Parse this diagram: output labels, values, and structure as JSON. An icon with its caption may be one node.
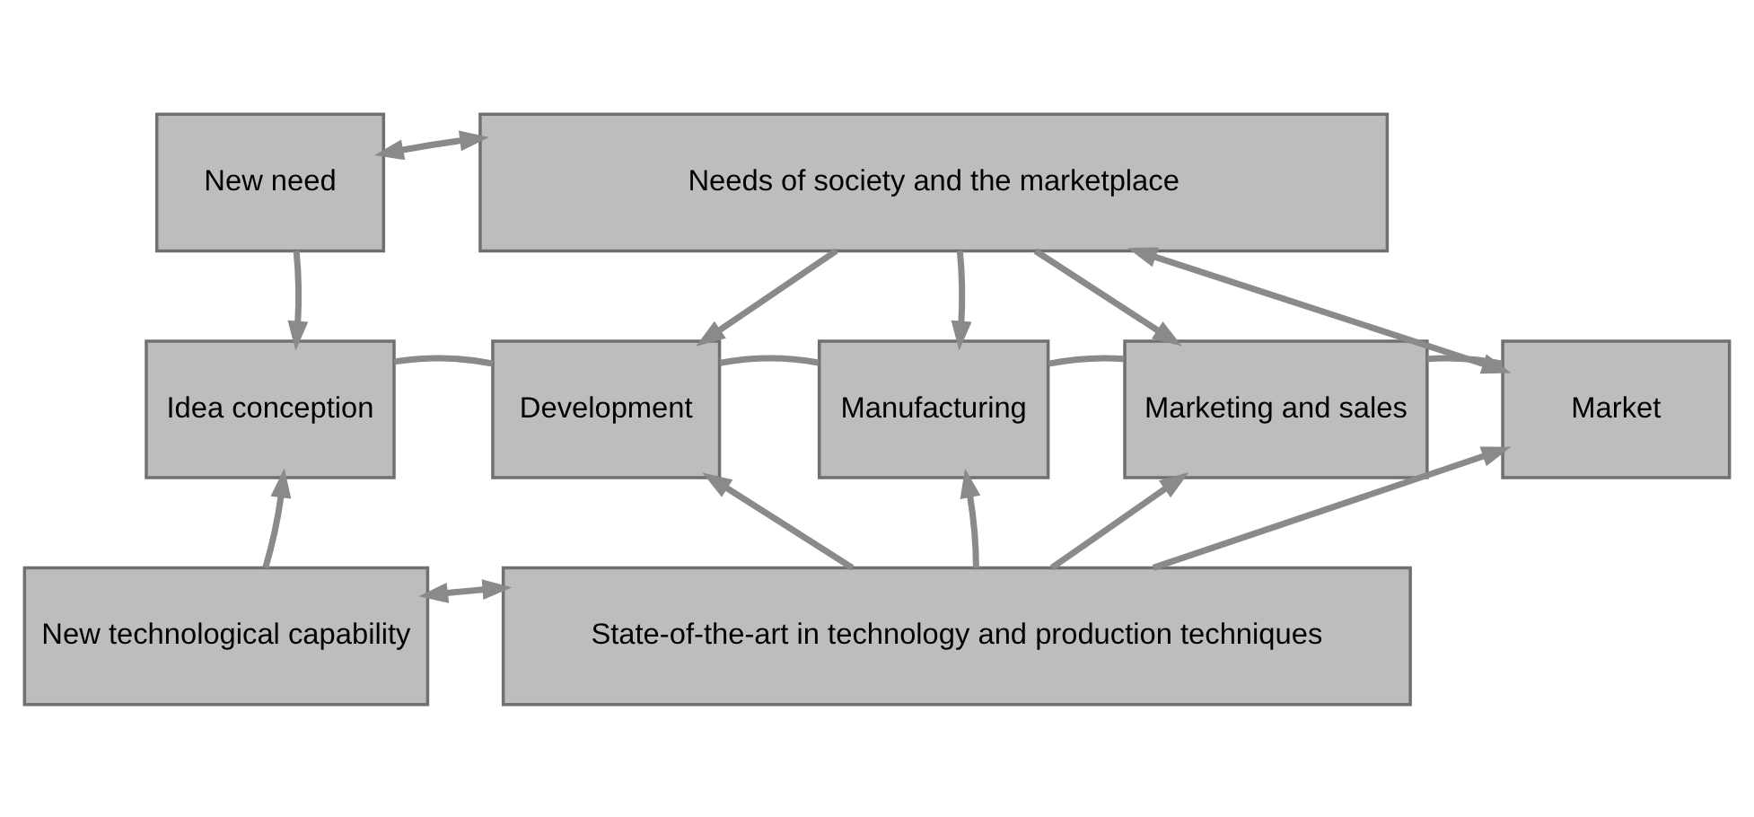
{
  "diagram": {
    "nodes": [
      {
        "text": [
          "New need"
        ]
      },
      {
        "text": [
          "Needs of society and the marketplace"
        ]
      },
      {
        "text": [
          "Idea conception"
        ]
      },
      {
        "text": [
          "Development"
        ]
      },
      {
        "text": [
          "Manufacturing"
        ]
      },
      {
        "text": [
          "Marketing and sales"
        ]
      },
      {
        "text": [
          "Market"
        ]
      },
      {
        "text": [
          "New technological capability"
        ]
      },
      {
        "text": [
          "State-of-the-art in technology and production techniques"
        ]
      }
    ],
    "edges": [
      {
        "from": 0,
        "to": 1,
        "arrow": "both"
      },
      {
        "from": 0,
        "to": 2,
        "arrow": "to"
      },
      {
        "from": 1,
        "to": 3,
        "arrow": "to"
      },
      {
        "from": 1,
        "to": 4,
        "arrow": "to"
      },
      {
        "from": 1,
        "to": 5,
        "arrow": "to"
      },
      {
        "from": 1,
        "to": 6,
        "arrow": "both"
      },
      {
        "from": 2,
        "to": 3,
        "arrow": "none"
      },
      {
        "from": 3,
        "to": 4,
        "arrow": "none"
      },
      {
        "from": 4,
        "to": 5,
        "arrow": "none"
      },
      {
        "from": 5,
        "to": 6,
        "arrow": "none"
      },
      {
        "from": 7,
        "to": 2,
        "arrow": "to"
      },
      {
        "from": 7,
        "to": 8,
        "arrow": "both"
      },
      {
        "from": 8,
        "to": 3,
        "arrow": "to"
      },
      {
        "from": 8,
        "to": 4,
        "arrow": "to"
      },
      {
        "from": 8,
        "to": 5,
        "arrow": "to"
      },
      {
        "from": 8,
        "to": 6,
        "arrow": "to"
      }
    ]
  }
}
